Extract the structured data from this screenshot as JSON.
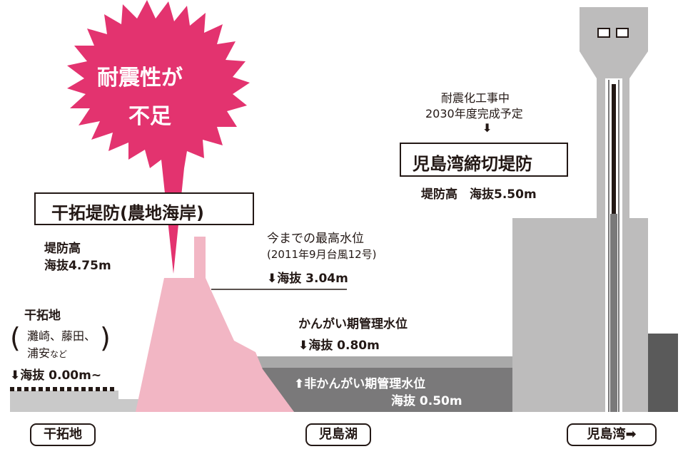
{
  "burst": {
    "line1": "耐震性が",
    "line2": "不足"
  },
  "tidal_embankment": {
    "name": "干拓堤防(農地海岸)",
    "height_label": "堤防高",
    "height_value": "海抜4.75m"
  },
  "reclaimed_land": {
    "title": "干拓地",
    "places_line1": "灘崎、藤田、",
    "places_line2": "浦安",
    "places_suffix": "など",
    "level": "海抜 0.00m~"
  },
  "max_water": {
    "title": "今までの最高水位",
    "note": "(2011年9月台風12号)",
    "level": "海抜 3.04m"
  },
  "irrigation": {
    "title": "かんがい期管理水位",
    "level": "海抜 0.80m"
  },
  "non_irrigation": {
    "title": "非かんがい期管理水位",
    "level": "海抜 0.50m"
  },
  "closing_embankment": {
    "work_line1": "耐震化工事中",
    "work_line2": "2030年度完成予定",
    "name": "児島湾締切堤防",
    "height": "堤防高　海抜5.50m"
  },
  "bottom_labels": {
    "left": "干拓地",
    "center": "児島湖",
    "right": "児島湾"
  },
  "colors": {
    "burst": "#e3336f",
    "embankment": "#f2b6c4",
    "concrete": "#bdbcbc",
    "water_dark": "#7a797a",
    "water_light": "#a9a9a9",
    "ground": "#c9c9c9",
    "bay": "#5a5a5a",
    "ink": "#231815"
  }
}
